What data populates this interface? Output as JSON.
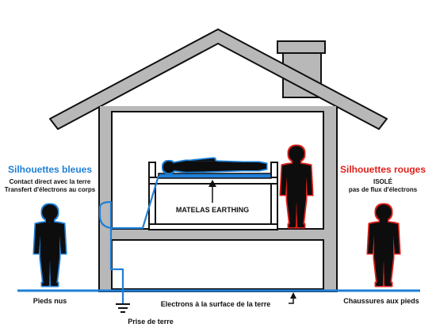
{
  "left_panel": {
    "title": "Silhouettes bleues",
    "line1": "Contact direct avec la terre",
    "line2": "Transfert d'électrons au corps"
  },
  "right_panel": {
    "title": "Silhouettes rouges",
    "line1": "ISOLÉ",
    "line2": "pas de flux d'électrons"
  },
  "labels": {
    "mattress": "MATELAS EARTHING",
    "bare_feet": "Pieds nus",
    "surface": "Electrons à la surface de la terre",
    "shoes": "Chaussures aux pieds",
    "ground_socket": "Prise de terre"
  },
  "colors": {
    "blue": "#1f7fd6",
    "red": "#e0201b",
    "wall_gray": "#b8b8b8",
    "outline": "#111111"
  }
}
